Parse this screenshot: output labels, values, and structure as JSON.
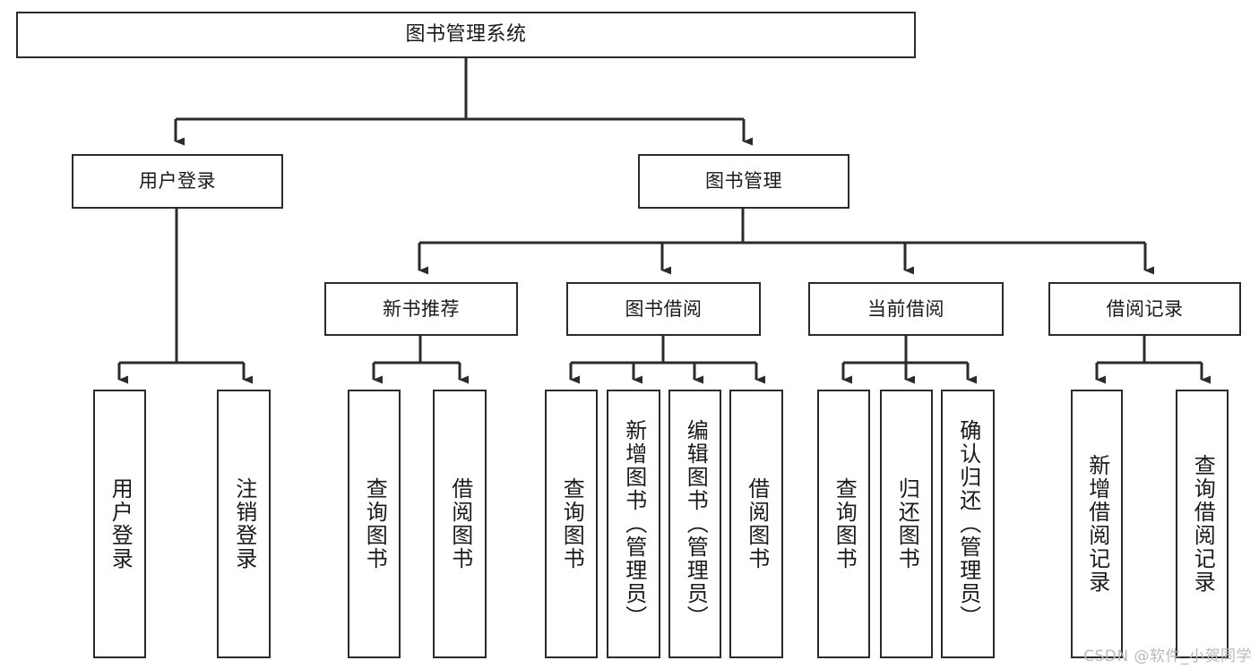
{
  "diagram": {
    "title": "图书管理系统",
    "type": "tree-hierarchy-chart",
    "watermark": "CSDN @软件_小贺同学",
    "edge_color": "#2b2b2b",
    "box_border_color": "#2b2b2b",
    "box_fill_color": "#ffffff",
    "background_color": "#ffffff"
  },
  "nodes": {
    "root": {
      "label": "图书管理系统"
    },
    "level2": [
      {
        "label": "用户登录"
      },
      {
        "label": "图书管理"
      }
    ],
    "level3": [
      {
        "label": "新书推荐"
      },
      {
        "label": "图书借阅"
      },
      {
        "label": "当前借阅"
      },
      {
        "label": "借阅记录"
      }
    ],
    "leaves": {
      "user_login": [
        {
          "label": "用户登录"
        },
        {
          "label": "注销登录"
        }
      ],
      "new_book_recommend": [
        {
          "label": "查询图书"
        },
        {
          "label": "借阅图书"
        }
      ],
      "book_borrow": [
        {
          "label": "查询图书"
        },
        {
          "label": "新增图书（管理员）"
        },
        {
          "label": "编辑图书（管理员）"
        },
        {
          "label": "借阅图书"
        }
      ],
      "current_borrow": [
        {
          "label": "查询图书"
        },
        {
          "label": "归还图书"
        },
        {
          "label": "确认归还（管理员）"
        }
      ],
      "borrow_records": [
        {
          "label": "新增借阅记录"
        },
        {
          "label": "查询借阅记录"
        }
      ]
    }
  }
}
